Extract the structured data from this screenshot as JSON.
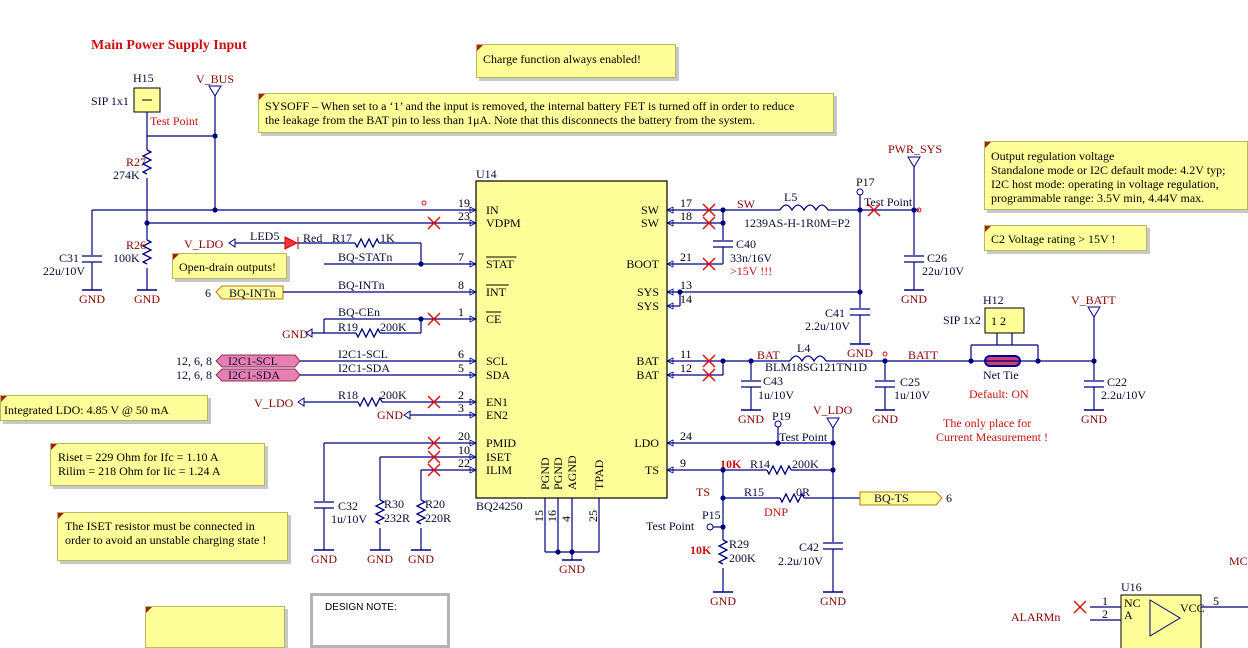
{
  "title": "Main Power Supply Input",
  "notes": {
    "charge": "Charge function always enabled!",
    "sysoff_1": "SYSOFF – When set to a ‘1’ and the input is removed, the internal battery FET is turned off in order to reduce",
    "sysoff_2": "the leakage from the BAT pin to less than 1μA. Note that this disconnects the battery from the system.",
    "regulation_1": "Output regulation voltage",
    "regulation_2": "Standalone mode or I2C default mode: 4.2V typ;",
    "regulation_3": "I2C host mode: operating in voltage regulation,",
    "regulation_4": "programmable range: 3.5V min, 4.44V max.",
    "c2_rating": "C2 Voltage rating > 15V !",
    "open_drain": "Open-drain outputs!",
    "ldo": "Integrated LDO: 4.85 V @ 50 mA",
    "riset": "Riset = 229 Ohm for Ifc = 1.10 A",
    "rilim": "Rilim = 218 Ohm for Iic = 1.24 A",
    "iset_1": "The ISET resistor must be connected in",
    "iset_2": "order to avoid an unstable charging state !",
    "design_note": "DESIGN NOTE:"
  },
  "ic": {
    "ref": "U14",
    "part": "BQ24250",
    "left_pins": [
      {
        "num": "19",
        "name": "IN"
      },
      {
        "num": "23",
        "name": "VDPM"
      },
      {
        "num": "7",
        "name": "STAT"
      },
      {
        "num": "8",
        "name": "INT"
      },
      {
        "num": "1",
        "name": "CE"
      },
      {
        "num": "6",
        "name": "SCL"
      },
      {
        "num": "5",
        "name": "SDA"
      },
      {
        "num": "2",
        "name": "EN1"
      },
      {
        "num": "3",
        "name": "EN2"
      },
      {
        "num": "20",
        "name": "PMID"
      },
      {
        "num": "10",
        "name": "ISET"
      },
      {
        "num": "22",
        "name": "ILIM"
      }
    ],
    "right_pins": [
      {
        "num": "17",
        "name": "SW"
      },
      {
        "num": "18",
        "name": "SW"
      },
      {
        "num": "21",
        "name": "BOOT"
      },
      {
        "num": "13",
        "name": "SYS"
      },
      {
        "num": "14",
        "name": "SYS"
      },
      {
        "num": "11",
        "name": "BAT"
      },
      {
        "num": "12",
        "name": "BAT"
      },
      {
        "num": "24",
        "name": "LDO"
      },
      {
        "num": "9",
        "name": "TS"
      }
    ],
    "bottom_pins": [
      {
        "num": "15",
        "name": "PGND"
      },
      {
        "num": "16",
        "name": "PGND"
      },
      {
        "num": "4",
        "name": "AGND"
      },
      {
        "num": "25",
        "name": "TPAD"
      }
    ]
  },
  "nets": {
    "v_bus": "V_BUS",
    "pwr_sys": "PWR_SYS",
    "v_batt": "V_BATT",
    "v_ldo": "V_LDO",
    "gnd": "GND",
    "sw": "SW",
    "bat": "BAT",
    "batt": "BATT",
    "ts": "TS",
    "bq_statn": "BQ-STATn",
    "bq_intn": "BQ-INTn",
    "bq_cen": "BQ-CEn",
    "i2c_scl": "I2C1-SCL",
    "i2c_sda": "I2C1-SDA",
    "bq_ts": "BQ-TS",
    "alarmn": "ALARMn"
  },
  "sheet_refs": {
    "intn": "6",
    "scl": "12, 6, 8",
    "sda": "12, 6, 8",
    "ts": "6"
  },
  "components": {
    "h15": {
      "ref": "H15",
      "value": "SIP 1x1"
    },
    "h12": {
      "ref": "H12",
      "value": "SIP 1x2"
    },
    "test_point": "Test Point",
    "r27": {
      "ref": "R27",
      "value": "274K"
    },
    "r26": {
      "ref": "R26",
      "value": "100K"
    },
    "c31": {
      "ref": "C31",
      "value": "22u/10V"
    },
    "led5": {
      "ref": "LED5",
      "value": "Red"
    },
    "r17": {
      "ref": "R17",
      "value": "1K"
    },
    "r19": {
      "ref": "R19",
      "value": "200K"
    },
    "r18": {
      "ref": "R18",
      "value": "200K"
    },
    "c32": {
      "ref": "C32",
      "value": "1u/10V"
    },
    "r30": {
      "ref": "R30",
      "value": "232R"
    },
    "r20": {
      "ref": "R20",
      "value": "220R"
    },
    "l5": {
      "ref": "L5",
      "value": "1239AS-H-1R0M=P2"
    },
    "p17": {
      "ref": "P17"
    },
    "c40": {
      "ref": "C40",
      "value": "33n/16V",
      "note": ">15V !!!"
    },
    "c26": {
      "ref": "C26",
      "value": "22u/10V"
    },
    "c41": {
      "ref": "C41",
      "value": "2.2u/10V"
    },
    "l4": {
      "ref": "L4",
      "value": "BLM18SG121TN1D"
    },
    "c43": {
      "ref": "C43",
      "value": "1u/10V"
    },
    "c25": {
      "ref": "C25",
      "value": "1u/10V"
    },
    "c22": {
      "ref": "C22",
      "value": "2.2u/10V"
    },
    "net_tie": "Net Tie",
    "default_on": "Default: ON",
    "only_place_1": "The only place for",
    "only_place_2": "Current Measurement !",
    "p19": {
      "ref": "P19"
    },
    "r14": {
      "ref": "R14",
      "value": "200K",
      "alt": "10K"
    },
    "r15": {
      "ref": "R15",
      "value": "0R",
      "dnp": "DNP"
    },
    "p15": {
      "ref": "P15"
    },
    "r29": {
      "ref": "R29",
      "value": "200K",
      "alt": "10K"
    },
    "c42": {
      "ref": "C42",
      "value": "2.2u/10V"
    },
    "u16": {
      "ref": "U16",
      "pin1": "1",
      "pin2": "2",
      "pin5": "5",
      "nc": "NC",
      "a": "A",
      "vcc": "VCC"
    },
    "mc": "MC"
  }
}
